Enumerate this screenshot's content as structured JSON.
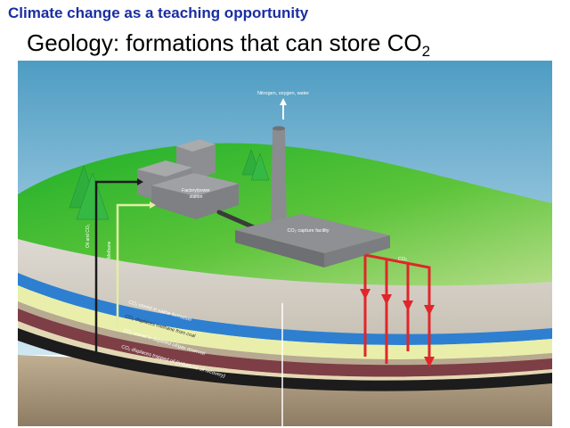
{
  "slide": {
    "kicker": "Climate change as a teaching opportunity",
    "title_main": "Geology: formations that can store CO",
    "title_sub": "2"
  },
  "diagram": {
    "exhaust_label": "Nitrogen, oxygen, water",
    "factory_label_line1": "Factory/power",
    "factory_label_line2": "station",
    "capture_label": "CO₂ capture facility",
    "co2_label": "CO₂",
    "well_label_oil": "Oil and CO₂",
    "well_label_methane": "Methane",
    "layer_labels": [
      "CO₂ stored in saline formation",
      "CO₂ displaces methane from coal",
      "CO₂ stored in depleted oil/gas reservoir",
      "CO₂ displaces trapped oil (enhanced oil recovery)"
    ]
  },
  "colors": {
    "kicker": "#1a2ea0",
    "sky": "#5aa2c6",
    "grass": "#22b02e",
    "saline_layer": "#2e7fd0",
    "coal_layer": "#e9efaa",
    "reservoir_layer": "#7d3e45",
    "oil_layer": "#1c1c1c",
    "co2_pipes": "#e0262a"
  }
}
